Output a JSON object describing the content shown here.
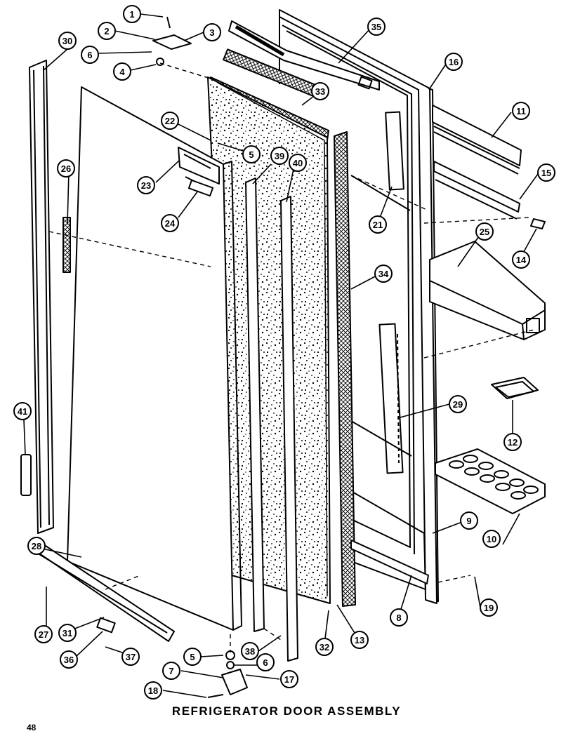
{
  "title": "REFRIGERATOR  DOOR  ASSEMBLY",
  "page_number": "48",
  "callouts": [
    "1",
    "2",
    "3",
    "6",
    "4",
    "30",
    "22",
    "5",
    "39",
    "40",
    "23",
    "24",
    "26",
    "33",
    "34",
    "35",
    "16",
    "11",
    "15",
    "14",
    "21",
    "25",
    "29",
    "12",
    "10",
    "9",
    "8",
    "19",
    "41",
    "28",
    "27",
    "31",
    "36",
    "37",
    "5",
    "6",
    "7",
    "17",
    "18",
    "38",
    "32",
    "13"
  ],
  "colors": {
    "line": "#000000",
    "background": "#ffffff",
    "foam": "#000000"
  }
}
